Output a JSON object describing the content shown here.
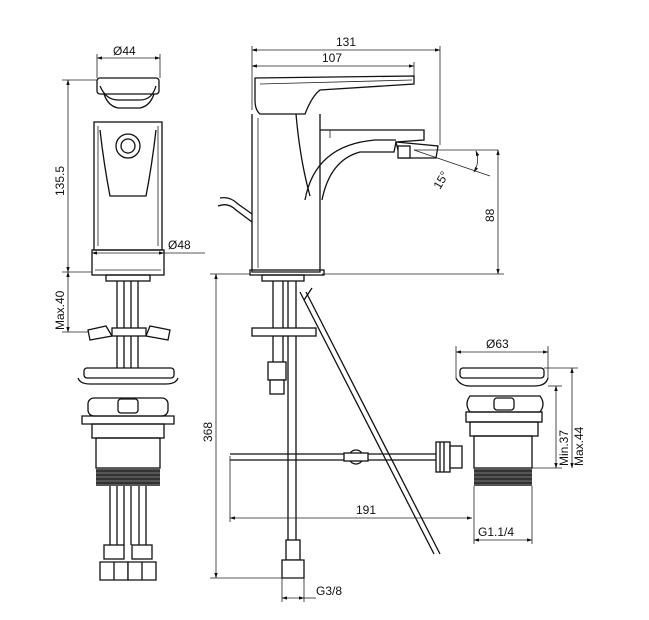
{
  "dimensions": {
    "diam_44": "Ø44",
    "h_135_5": "135.5",
    "diam_48": "Ø48",
    "max_40": "Max.40",
    "w_131": "131",
    "w_107": "107",
    "angle_15": "15°",
    "h_88": "88",
    "h_368": "368",
    "diam_63": "Ø63",
    "min_37": "Min.37",
    "max_44": "Max.44",
    "w_191": "191",
    "g_1_1_4": "G1.1/4",
    "g_3_8": "G3/8"
  }
}
